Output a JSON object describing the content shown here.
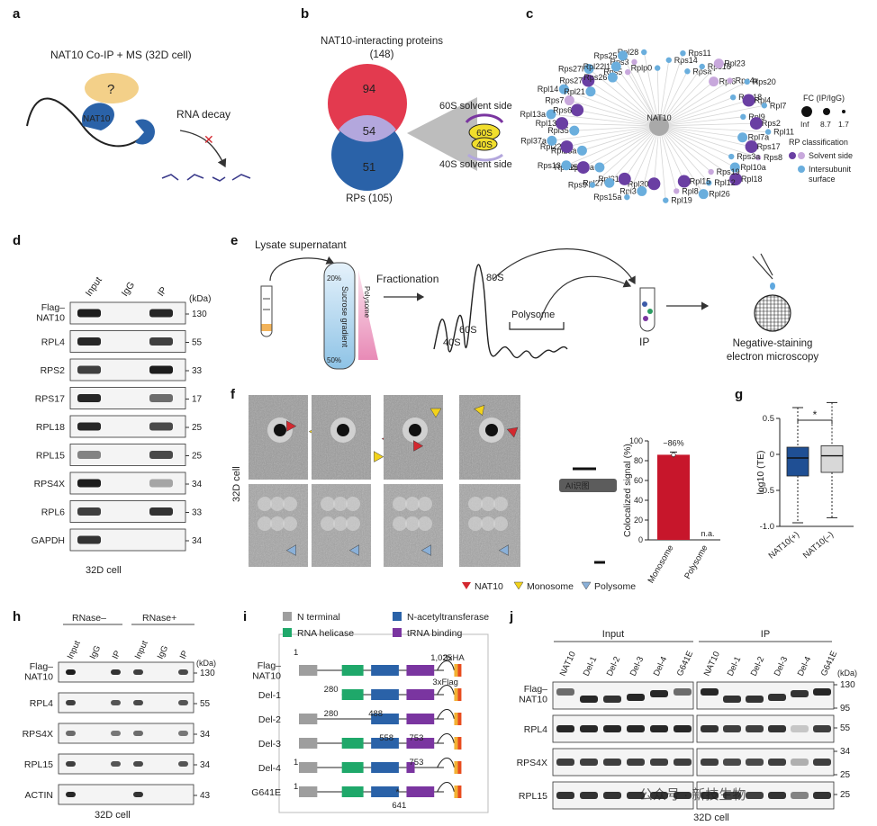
{
  "panels": {
    "a": {
      "letter": "a",
      "title": "NAT10 Co-IP + MS (32D cell)",
      "question": "?",
      "protein": "NAT10",
      "decay": "RNA decay"
    },
    "b": {
      "letter": "b",
      "top_label": "NAT10-interacting proteins",
      "top_count": "(148)",
      "n_only_nat10": "94",
      "n_overlap": "54",
      "n_only_rp": "51",
      "bottom_label": "RPs (105)",
      "s60_side": "60S solvent side",
      "s40_side": "40S solvent side",
      "s60": "60S",
      "s40": "40S"
    },
    "c": {
      "letter": "c",
      "center": "NAT10",
      "legend_fc_title": "FC (IP/IgG)",
      "legend_fc_values": [
        "Inf",
        "8.7",
        "1.7"
      ],
      "legend_rp_title": "RP classification",
      "legend_solvent": "Solvent side",
      "legend_inter1": "Intersubunit",
      "legend_inter2": "surface",
      "nodes": [
        {
          "label": "Rps5",
          "cls": "solvent",
          "fc": "small"
        },
        {
          "label": "Rps3",
          "cls": "solvent",
          "fc": "small"
        },
        {
          "label": "Rpl28",
          "cls": "inter",
          "fc": "small"
        },
        {
          "label": "Rplp0",
          "cls": "inter",
          "fc": "small"
        },
        {
          "label": "Rps14",
          "cls": "inter",
          "fc": "small"
        },
        {
          "label": "Rps11",
          "cls": "inter",
          "fc": "small"
        },
        {
          "label": "Rpsa",
          "cls": "inter",
          "fc": "small"
        },
        {
          "label": "Rps16",
          "cls": "inter",
          "fc": "small"
        },
        {
          "label": "Rpl23",
          "cls": "solvent",
          "fc": "mid"
        },
        {
          "label": "Rpl6",
          "cls": "solvent",
          "fc": "mid"
        },
        {
          "label": "Rps4x",
          "cls": "solvent",
          "fc": "small"
        },
        {
          "label": "Rps20",
          "cls": "inter",
          "fc": "small"
        },
        {
          "label": "Rps18",
          "cls": "inter",
          "fc": "small"
        },
        {
          "label": "Rpl4",
          "cls": "solvent",
          "fc": "big"
        },
        {
          "label": "Rpl7",
          "cls": "inter",
          "fc": "small"
        },
        {
          "label": "Rpl9",
          "cls": "inter",
          "fc": "small"
        },
        {
          "label": "Rps2",
          "cls": "solvent",
          "fc": "big"
        },
        {
          "label": "Rpl11",
          "cls": "inter",
          "fc": "small"
        },
        {
          "label": "Rpl7a",
          "cls": "inter",
          "fc": "mid"
        },
        {
          "label": "Rps17",
          "cls": "solvent",
          "fc": "big"
        },
        {
          "label": "Rps8",
          "cls": "solvent",
          "fc": "small"
        },
        {
          "label": "Rps3a",
          "cls": "inter",
          "fc": "small"
        },
        {
          "label": "Rpl10a",
          "cls": "inter",
          "fc": "mid"
        },
        {
          "label": "Rpl18",
          "cls": "solvent",
          "fc": "big"
        },
        {
          "label": "Rps19",
          "cls": "solvent",
          "fc": "small"
        },
        {
          "label": "Rpl12",
          "cls": "inter",
          "fc": "small"
        },
        {
          "label": "Rpl26",
          "cls": "inter",
          "fc": "mid"
        },
        {
          "label": "Rpl15",
          "cls": "solvent",
          "fc": "big"
        },
        {
          "label": "Rpl8",
          "cls": "solvent",
          "fc": "small"
        },
        {
          "label": "Rpl19",
          "cls": "inter",
          "fc": "small"
        },
        {
          "label": "Rpl30",
          "cls": "solvent",
          "fc": "big"
        },
        {
          "label": "Rpl3",
          "cls": "inter",
          "fc": "mid"
        },
        {
          "label": "Rps15a",
          "cls": "inter",
          "fc": "small"
        },
        {
          "label": "Rpl31",
          "cls": "solvent",
          "fc": "big"
        },
        {
          "label": "Rpl27",
          "cls": "inter",
          "fc": "mid"
        },
        {
          "label": "Rps9",
          "cls": "inter",
          "fc": "small"
        },
        {
          "label": "Rpl35a",
          "cls": "inter",
          "fc": "mid"
        },
        {
          "label": "Rps15",
          "cls": "solvent",
          "fc": "big"
        },
        {
          "label": "Rps13",
          "cls": "inter",
          "fc": "mid"
        },
        {
          "label": "Rpl23a",
          "cls": "inter",
          "fc": "mid"
        },
        {
          "label": "Rpl22",
          "cls": "solvent",
          "fc": "big"
        },
        {
          "label": "Rpl37a",
          "cls": "inter",
          "fc": "mid"
        },
        {
          "label": "Rpl35",
          "cls": "inter",
          "fc": "mid"
        },
        {
          "label": "Rpl13",
          "cls": "solvent",
          "fc": "big"
        },
        {
          "label": "Rpl13a",
          "cls": "inter",
          "fc": "mid"
        },
        {
          "label": "Rps6",
          "cls": "solvent",
          "fc": "big"
        },
        {
          "label": "Rps7",
          "cls": "solvent",
          "fc": "mid"
        },
        {
          "label": "Rpl14",
          "cls": "inter",
          "fc": "mid"
        },
        {
          "label": "Rpl21",
          "cls": "inter",
          "fc": "mid"
        },
        {
          "label": "Rps27",
          "cls": "solvent",
          "fc": "big"
        },
        {
          "label": "Rps27l",
          "cls": "inter",
          "fc": "mid"
        },
        {
          "label": "Rps26",
          "cls": "inter",
          "fc": "mid"
        },
        {
          "label": "Rpl22l1",
          "cls": "inter",
          "fc": "mid"
        },
        {
          "label": "Rps25",
          "cls": "inter",
          "fc": "mid"
        }
      ]
    },
    "d": {
      "letter": "d",
      "lanes": [
        "Input",
        "IgG",
        "IP"
      ],
      "kda": "(kDa)",
      "rows": [
        {
          "label": "Flag–\nNAT10",
          "mw": "130"
        },
        {
          "label": "RPL4",
          "mw": "55"
        },
        {
          "label": "RPS2",
          "mw": "33"
        },
        {
          "label": "RPS17",
          "mw": "17"
        },
        {
          "label": "RPL18",
          "mw": "25"
        },
        {
          "label": "RPL15",
          "mw": "25"
        },
        {
          "label": "RPS4X",
          "mw": "34"
        },
        {
          "label": "RPL6",
          "mw": "33"
        },
        {
          "label": "GAPDH",
          "mw": "34"
        }
      ],
      "cell": "32D cell"
    },
    "e": {
      "letter": "e",
      "lysate": "Lysate supernatant",
      "grad_top": "20%",
      "grad_bottom": "50%",
      "sucrose": "Sucrose gradient",
      "polysome_tube": "Polysome",
      "fractionation": "Fractionation",
      "p40": "40S",
      "p60": "60S",
      "p80": "80S",
      "polysome": "Polysome",
      "ip": "IP",
      "em1": "Negative-staining",
      "em2": "electron microscopy"
    },
    "f": {
      "letter": "f",
      "cell": "32D cell",
      "bar_annot": "~86%",
      "na": "n.a.",
      "ylabel": "Colocalized signal (%)",
      "ai_badge": "AI识图",
      "legend_nat10": "NAT10",
      "legend_mono": "Monosome",
      "legend_poly": "Polysome"
    },
    "g": {
      "letter": "g",
      "ylabel": "log10 (TE)",
      "sig": "*",
      "xlabels": [
        "NAT10(+)",
        "NAT10(–)"
      ]
    },
    "h": {
      "letter": "h",
      "group1": "RNase–",
      "group2": "RNase+",
      "lanes": [
        "Input",
        "IgG",
        "IP",
        "Input",
        "IgG",
        "IP"
      ],
      "kda": "(kDa)",
      "rows": [
        {
          "label": "Flag–\nNAT10",
          "mw": "130"
        },
        {
          "label": "RPL4",
          "mw": "55"
        },
        {
          "label": "RPS4X",
          "mw": "34"
        },
        {
          "label": "RPL15",
          "mw": "34"
        },
        {
          "label": "ACTIN",
          "mw": "43"
        }
      ],
      "cell": "32D cell"
    },
    "i": {
      "letter": "i",
      "legend": [
        {
          "label": "N terminal",
          "color": "#9e9e9e"
        },
        {
          "label": "N-acetyltransferase",
          "color": "#2a62a8"
        },
        {
          "label": "RNA helicase",
          "color": "#1fa86a"
        },
        {
          "label": "tRNA binding",
          "color": "#7a35a0"
        }
      ],
      "constructs": [
        {
          "name": "Flag–\nNAT10"
        },
        {
          "name": "Del-1"
        },
        {
          "name": "Del-2"
        },
        {
          "name": "Del-3"
        },
        {
          "name": "Del-4"
        },
        {
          "name": "G641E"
        }
      ],
      "n1": "1",
      "n1025": "1,025",
      "ha": "3xHA",
      "flag": "3xFlag",
      "n280": "280",
      "n488": "488",
      "n558": "558",
      "n753": "753",
      "n641": "641",
      "star": "*"
    },
    "j": {
      "letter": "j",
      "input": "Input",
      "ip": "IP",
      "lanes": [
        "NAT10",
        "Del-1",
        "Del-2",
        "Del-3",
        "Del-4",
        "G641E"
      ],
      "kda": "(kDa)",
      "rows": [
        {
          "label": "Flag–\nNAT10",
          "mw": [
            "130",
            "95"
          ]
        },
        {
          "label": "RPL4",
          "mw": [
            "55"
          ]
        },
        {
          "label": "RPS4X",
          "mw": [
            "34",
            "25"
          ]
        },
        {
          "label": "RPL15",
          "mw": [
            "25"
          ]
        }
      ],
      "cell": "32D cell",
      "watermark": "公众号 · 新技生物"
    }
  }
}
